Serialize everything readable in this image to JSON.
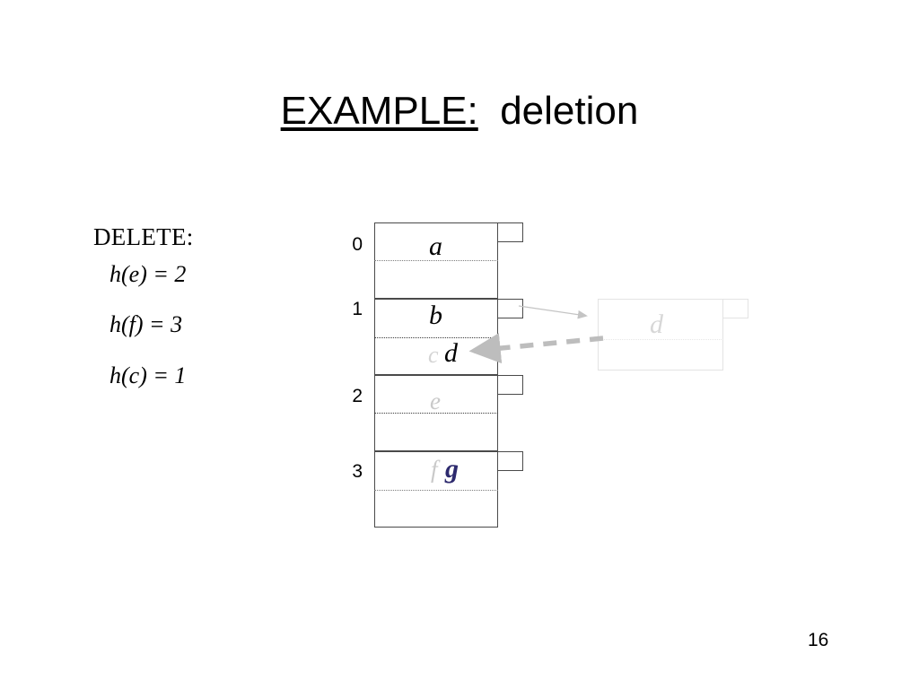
{
  "slide": {
    "title_underlined": "EXAMPLE:",
    "title_rest": "  deletion",
    "page_number": "16",
    "background_color": "#ffffff"
  },
  "operations": {
    "heading": "DELETE:",
    "lines": [
      {
        "text": "h(e) = 2"
      },
      {
        "text": "h(f) = 3"
      },
      {
        "text": "h(c) = 1"
      }
    ]
  },
  "hash_table": {
    "index_labels": [
      "0",
      "1",
      "2",
      "3"
    ],
    "slots": [
      {
        "index": "0",
        "entries": [
          {
            "key": "a",
            "state": "present",
            "color": "#000000"
          }
        ]
      },
      {
        "index": "1",
        "entries": [
          {
            "key": "b",
            "state": "present",
            "color": "#000000"
          },
          {
            "key": "c",
            "state": "deleted",
            "color": "#d4d4d4"
          },
          {
            "key": "d",
            "state": "present",
            "color": "#000000"
          }
        ]
      },
      {
        "index": "2",
        "entries": [
          {
            "key": "e",
            "state": "deleted",
            "color": "#c9c9c9"
          }
        ]
      },
      {
        "index": "3",
        "entries": [
          {
            "key": "f",
            "state": "deleted",
            "color": "#c9c9c9"
          },
          {
            "key": "g",
            "state": "inserted",
            "color": "#2d2a6e"
          }
        ]
      }
    ]
  },
  "ghost_record": {
    "key": "d",
    "state": "removed",
    "color": "#d7d7d7"
  },
  "arrows": {
    "solid": {
      "style": "solid-thin",
      "direction": "right",
      "color": "#c4c4c4"
    },
    "dashed": {
      "style": "dashed-thick",
      "direction": "left",
      "color": "#c4c4c4"
    }
  }
}
